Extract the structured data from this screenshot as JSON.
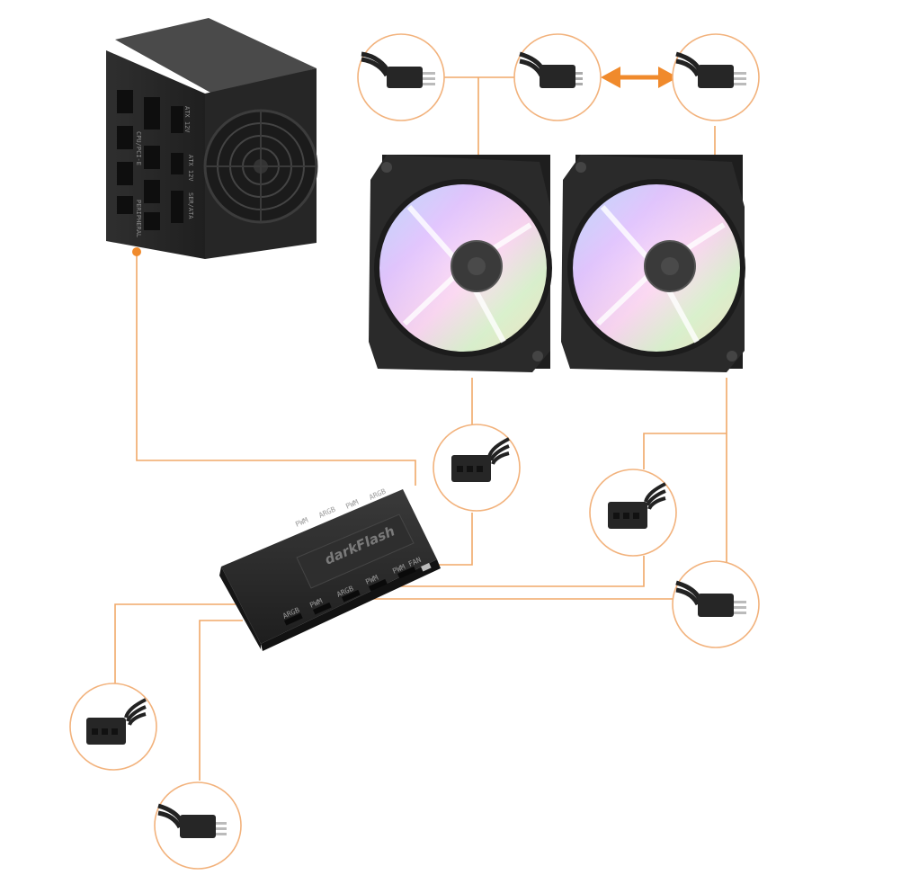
{
  "colors": {
    "wire": "#f0a868",
    "accent": "#f08a2c",
    "circle": "#f2b27c",
    "device_dark": "#2b2b2b"
  },
  "psu": {
    "rail_labels": [
      "ATX 12V",
      "CPU/PCI-E",
      "ATX 12V",
      "SER/ATA",
      "PERIPHERAL"
    ]
  },
  "hub": {
    "brand": "darkFlash",
    "top_ports": [
      "PWM",
      "ARGB",
      "PWM",
      "ARGB"
    ],
    "front_ports": [
      "ARGB",
      "PWM",
      "ARGB",
      "PWM",
      "PWM FAN"
    ]
  },
  "connectors": {
    "argb_top_left": "argb-3pin",
    "argb_top_mid": "argb-3pin",
    "argb_top_right": "argb-3pin",
    "pwm_mid": "pwm-4pin",
    "pwm_right": "pwm-4pin",
    "argb_right": "argb-3pin",
    "pwm_bottom": "pwm-4pin",
    "argb_bottom": "argb-3pin"
  },
  "icons": {
    "swap": "double-arrow-icon"
  }
}
